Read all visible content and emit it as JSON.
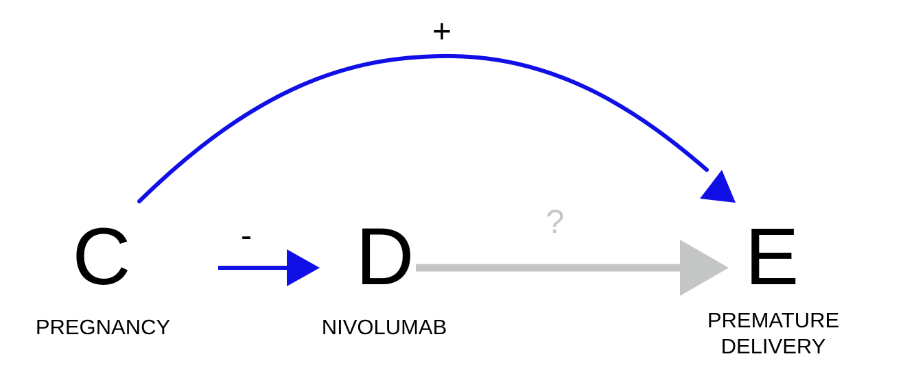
{
  "colors": {
    "positive_edge": "#1010e6",
    "unknown_edge": "#c4c6c6",
    "text": "#000000",
    "background": "#ffffff"
  },
  "nodes": {
    "c": {
      "letter": "C",
      "label": "PREGNANCY"
    },
    "d": {
      "letter": "D",
      "label": "NIVOLUMAB"
    },
    "e": {
      "letter": "E",
      "label_line1": "PREMATURE",
      "label_line2": "DELIVERY"
    }
  },
  "edges": {
    "c_to_e": {
      "sign": "+"
    },
    "c_to_d": {
      "sign": "-"
    },
    "d_to_e": {
      "sign": "?"
    }
  }
}
